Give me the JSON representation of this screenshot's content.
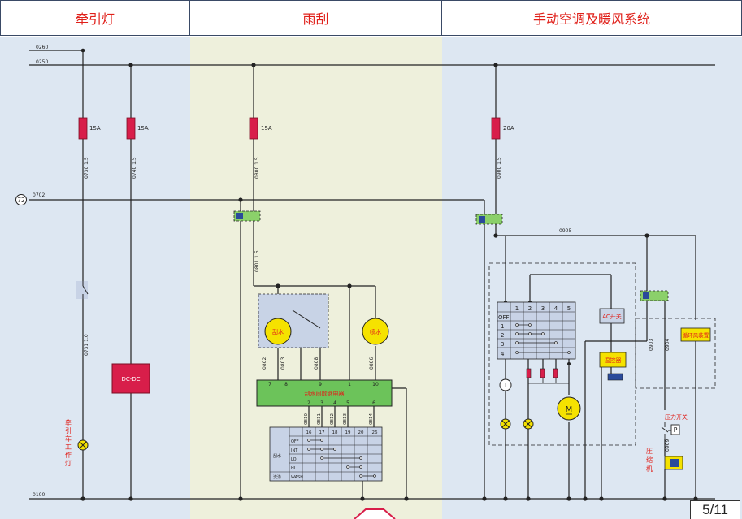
{
  "sections": {
    "traction": "牵引灯",
    "wiper": "雨刮",
    "ac": "手动空调及暖风系统"
  },
  "page": "5/11",
  "colors": {
    "header_text": "#e0201a",
    "panel_blue": "#dde7f2",
    "panel_cream": "#eef0dc",
    "fuse": "#d81e4a",
    "relay_green": "#6cc35a",
    "connector": "#8bd06a",
    "dcdc": "#d81e4a",
    "lamp": "#f5e200"
  },
  "bus": {
    "top1": "0260",
    "top2": "0250",
    "mid": "0702",
    "mid_node": "72",
    "bottom": "0100",
    "ac_split": "0905"
  },
  "fuses": [
    {
      "rating": "15A"
    },
    {
      "rating": "15A"
    },
    {
      "rating": "15A"
    },
    {
      "rating": "20A"
    }
  ],
  "wires": {
    "w0730": "0730 1.5",
    "w0740": "0740 1.5",
    "w0800": "0800 1.5",
    "w0900": "0900 1.5",
    "w0801": "0801 1.5",
    "w0731": "0731 1.0",
    "w0802": "0802",
    "w0803": "0803",
    "w0808": "0808",
    "w0806": "0806",
    "w0903": "0903",
    "w0904": "0904",
    "w0909": "0909",
    "bottom_wires": [
      "0810",
      "0811",
      "0812",
      "0813",
      "0814"
    ]
  },
  "components": {
    "dcdc": "DC-DC",
    "traction_lamp": "牵引车工作灯",
    "wiper_motor": "刮水",
    "washer_motor": "喷水",
    "relay": "刮水间歇继电器",
    "relay_top_pins": [
      "7",
      "8",
      "9",
      "1",
      "10"
    ],
    "relay_bottom_pins": [
      "2",
      "3",
      "4",
      "5",
      "6"
    ],
    "ac_switch": "AC开关",
    "thermostat": "温控器",
    "recirc": "循环风装置",
    "pressure_switch": "压力开关",
    "pressure_switch_symbol": "P",
    "compressor": "压缩机",
    "blower_motor": "M",
    "fan_speed_cols": [
      "1",
      "2",
      "3",
      "4",
      "5"
    ],
    "fan_speed_rows": [
      "OFF",
      "1",
      "2",
      "3",
      "4"
    ],
    "circle_one": "1"
  },
  "wiper_switch": {
    "cols": [
      "16",
      "17",
      "18",
      "19",
      "20",
      "26"
    ],
    "group_label": "刮水",
    "rows": [
      "OFF",
      "INT",
      "LO",
      "HI"
    ],
    "wash_label": "洗涤",
    "wash_row": "WASH"
  }
}
